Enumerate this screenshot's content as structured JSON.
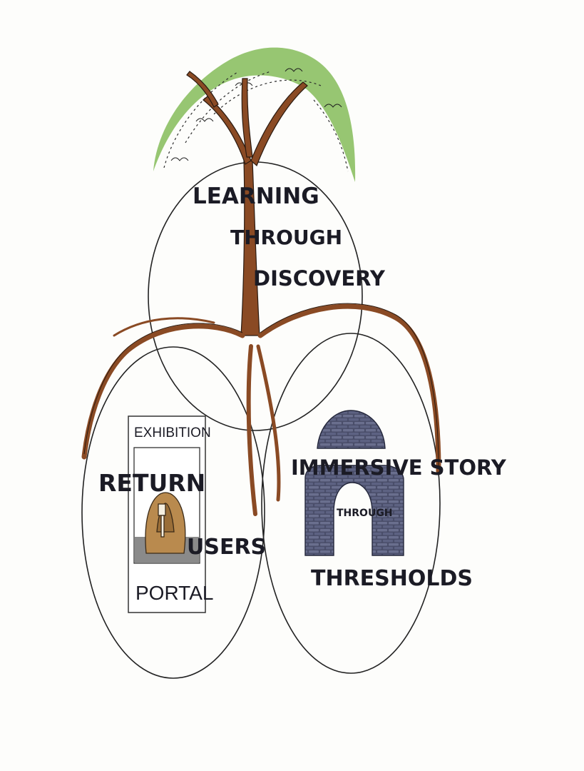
{
  "top_circle": {
    "line1": "LEARNING",
    "line2": "THROUGH",
    "line3": "DISCOVERY"
  },
  "left_circle": {
    "return_label": "RETURN",
    "users_label": "USERS",
    "box_top_label": "EXHIBITION",
    "box_bottom_label": "PORTAL"
  },
  "right_circle": {
    "line1": "IMMERSIVE STORY",
    "line2": "THROUGH",
    "line3": "THRESHOLDS"
  },
  "colors": {
    "foliage": "#8cc063",
    "trunk": "#8a4a24",
    "stone": "#4a4e6a",
    "ink": "#1b1b25",
    "sphinx": "#b98a4e"
  }
}
